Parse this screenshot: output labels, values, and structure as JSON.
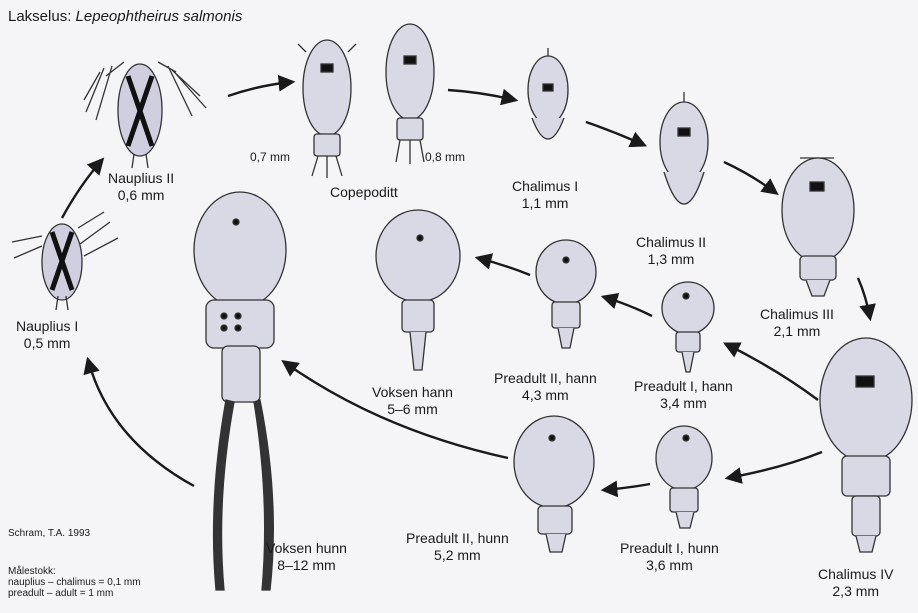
{
  "title": {
    "prefix": "Lakselus: ",
    "species": "Lepeophtheirus salmonis"
  },
  "stages": {
    "nauplius1": {
      "name": "Nauplius I",
      "size": "0,5 mm"
    },
    "nauplius2": {
      "name": "Nauplius II",
      "size": "0,6 mm"
    },
    "copepodid": {
      "name": "Copepoditt",
      "size_left": "0,7 mm",
      "size_right": "0,8 mm"
    },
    "chalimus1": {
      "name": "Chalimus I",
      "size": "1,1 mm"
    },
    "chalimus2": {
      "name": "Chalimus II",
      "size": "1,3 mm"
    },
    "chalimus3": {
      "name": "Chalimus III",
      "size": "2,1 mm"
    },
    "chalimus4": {
      "name": "Chalimus IV",
      "size": "2,3 mm"
    },
    "preadult1_male": {
      "name": "Preadult I, hann",
      "size": "3,4 mm"
    },
    "preadult2_male": {
      "name": "Preadult II, hann",
      "size": "4,3 mm"
    },
    "adult_male": {
      "name": "Voksen hann",
      "size": "5–6 mm"
    },
    "preadult1_female": {
      "name": "Preadult I, hunn",
      "size": "3,6 mm"
    },
    "preadult2_female": {
      "name": "Preadult II, hunn",
      "size": "5,2 mm"
    },
    "adult_female": {
      "name": "Voksen hunn",
      "size": "8–12 mm"
    }
  },
  "credit": {
    "source": "Schram, T.A. 1993",
    "scale_heading": "Målestokk:",
    "scale_line1": "nauplius – chalimus = 0,1 mm",
    "scale_line2": "preadult – adult = 1 mm"
  },
  "colors": {
    "body_fill": "#d9d9e6",
    "outline": "#333333",
    "arrow": "#1a1a1a",
    "background": "#f5f5f8"
  }
}
